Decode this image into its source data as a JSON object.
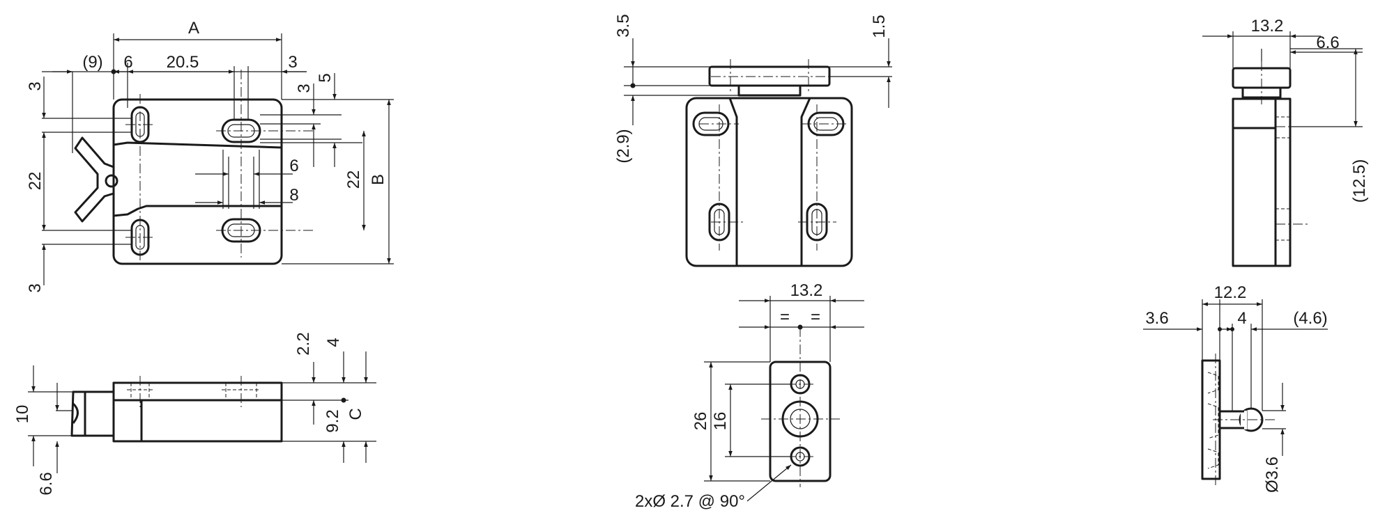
{
  "labels": {
    "dim_A": "A",
    "dim_9": "(9)",
    "dim_6_top": "6",
    "dim_20_5": "20.5",
    "dim_3_top": "3",
    "dim_3_left_top": "3",
    "dim_3_mid": "3",
    "dim_5": "5",
    "dim_22_left": "22",
    "dim_22_right": "22",
    "dim_B": "B",
    "dim_6_slot": "6",
    "dim_8_slot": "8",
    "dim_3_left_bottom": "3",
    "dim_10": "10",
    "dim_6_6_left": "6.6",
    "dim_2_2": "2.2",
    "dim_4_side": "4",
    "dim_9_2": "9.2",
    "dim_C": "C",
    "dim_3_5": "3.5",
    "dim_1_5": "1.5",
    "dim_2_9": "(2.9)",
    "dim_13_2_plate": "13.2",
    "dim_eq_left": "=",
    "dim_eq_right": "=",
    "dim_26": "26",
    "dim_16": "16",
    "hole_note": "2xØ 2.7 @ 90°",
    "dim_13_2_right": "13.2",
    "dim_6_6_right": "6.6",
    "dim_12_5": "(12.5)",
    "dim_12_2": "12.2",
    "dim_3_6": "3.6",
    "dim_4_pin": "4",
    "dim_4_6": "(4.6)",
    "dim_dia_3_6": "Ø3.6"
  }
}
